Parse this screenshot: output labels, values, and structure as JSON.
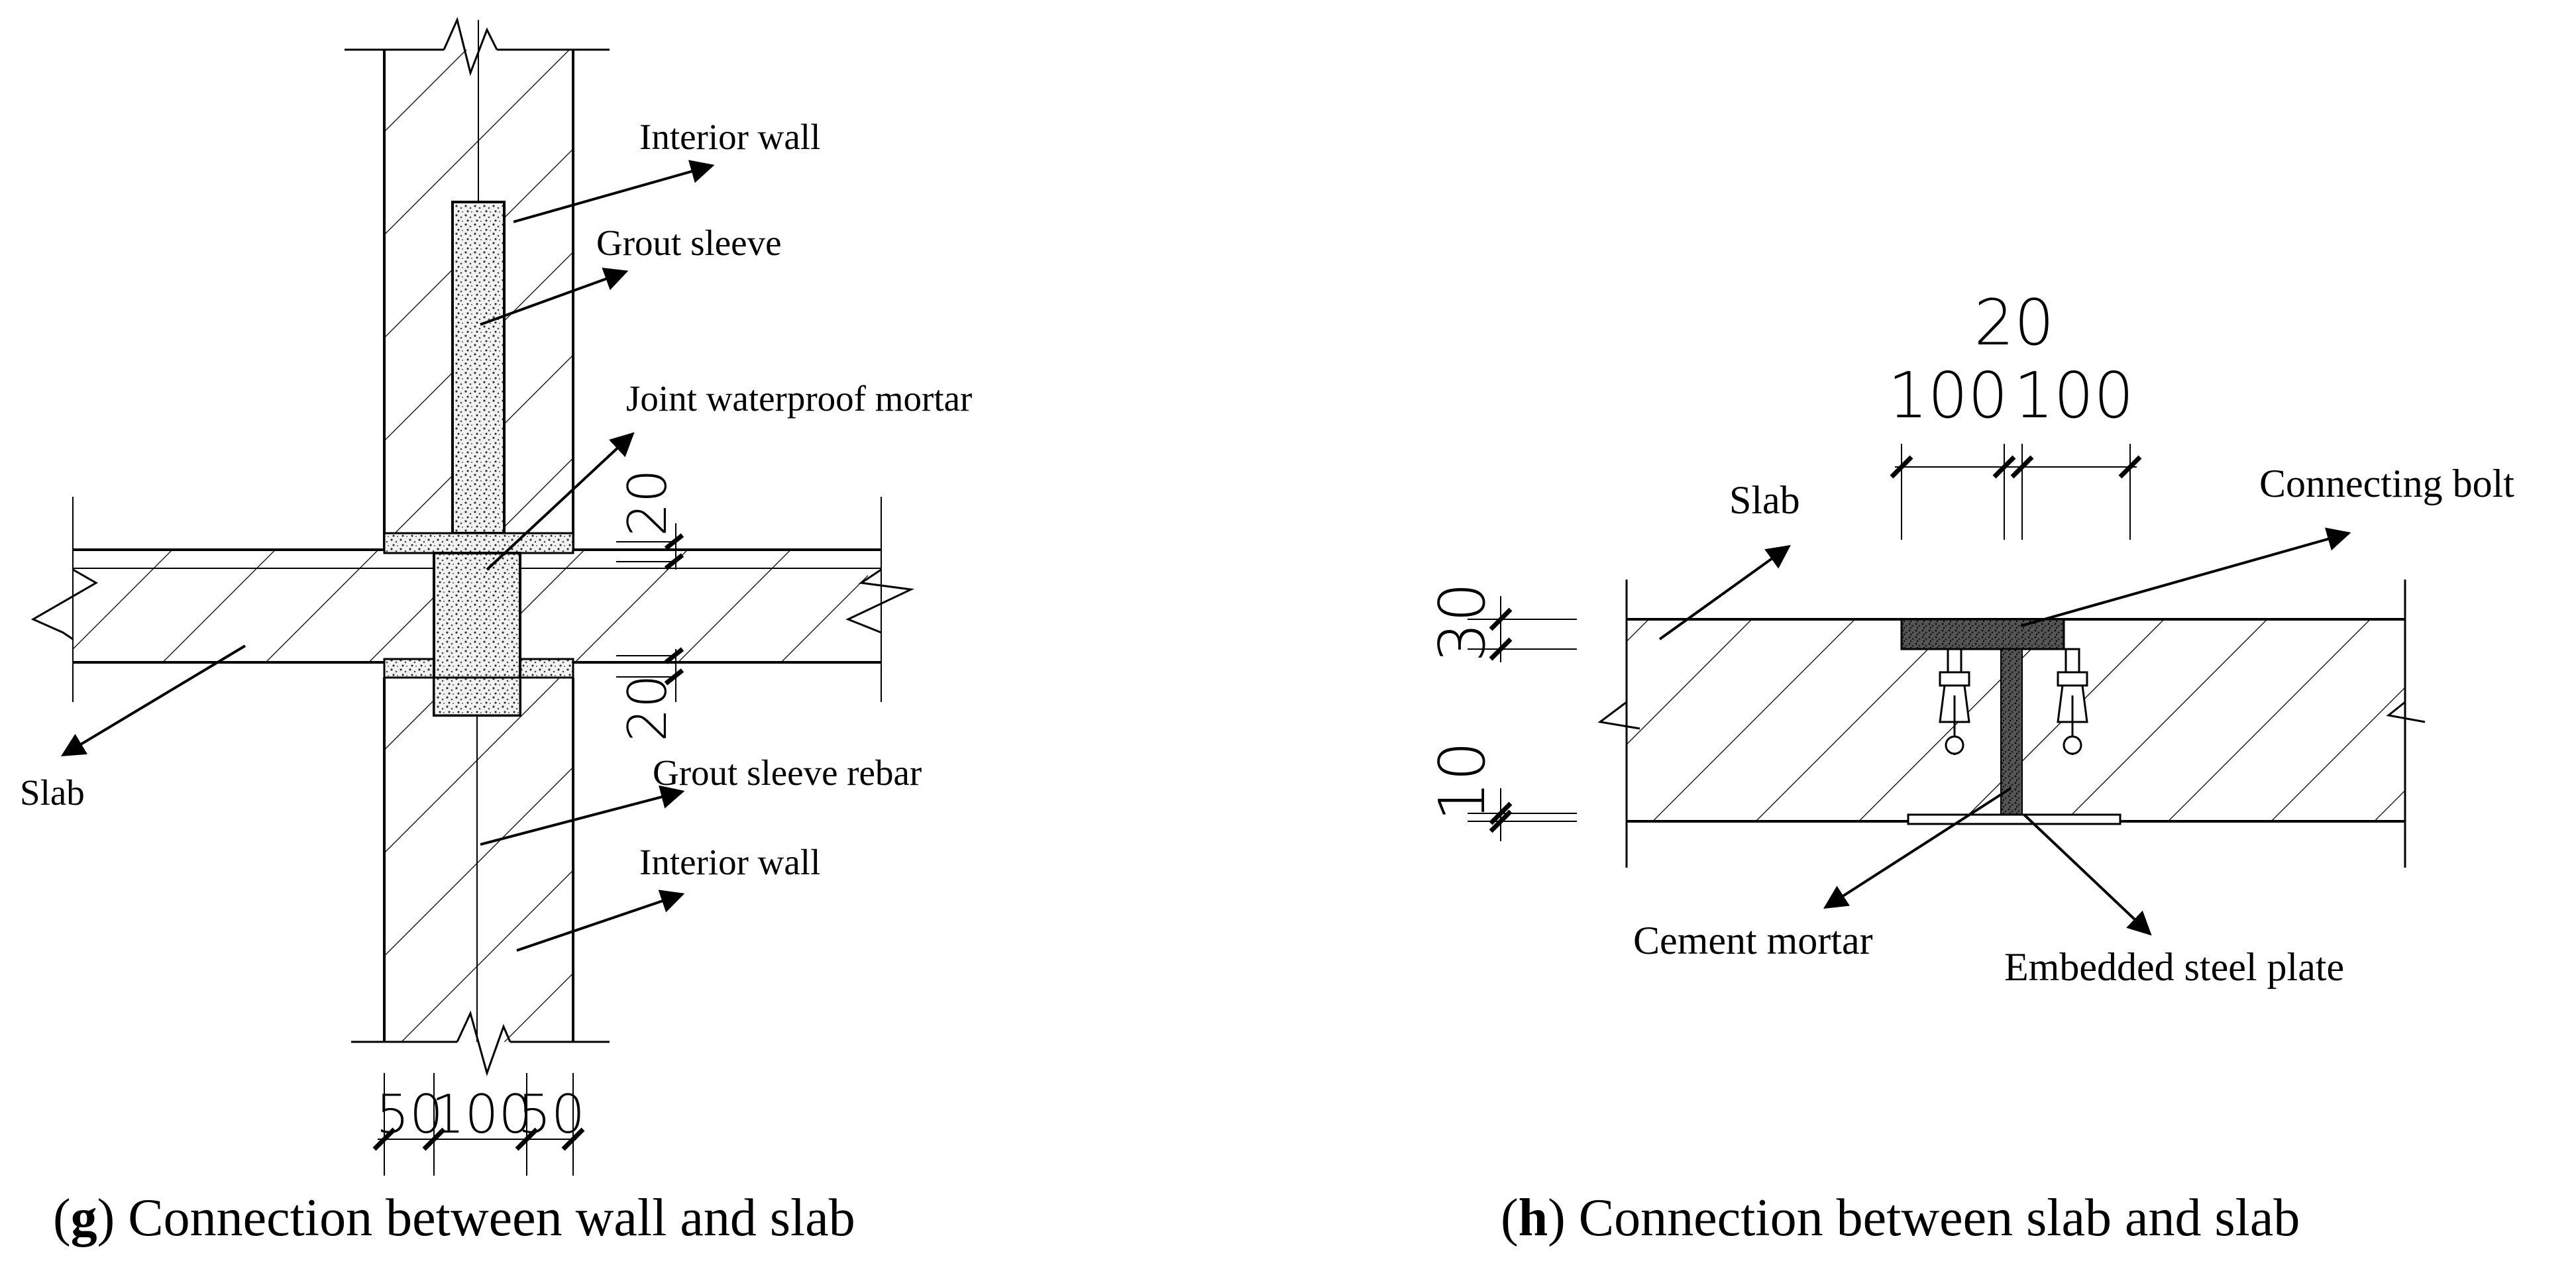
{
  "panel_g": {
    "labels": {
      "interior_wall_top": "Interior wall",
      "grout_sleeve": "Grout sleeve",
      "joint_waterproof_mortar": "Joint waterproof mortar",
      "slab": "Slab",
      "grout_sleeve_rebar": "Grout sleeve rebar",
      "interior_wall_bottom": "Interior wall"
    },
    "dimensions": {
      "top_gap": "20",
      "bottom_gap": "20",
      "bottom_left": "50",
      "bottom_mid": "100",
      "bottom_right": "50"
    },
    "caption": {
      "letter": "g",
      "text": ") Connection between wall and slab",
      "open": "("
    }
  },
  "panel_h": {
    "labels": {
      "slab": "Slab",
      "connecting_bolt": "Connecting bolt",
      "cement_mortar": "Cement mortar",
      "embedded_steel_plate": "Embedded steel plate"
    },
    "dimensions": {
      "top_center": "20",
      "top_left": "100",
      "top_right": "100",
      "left_top": "30",
      "left_bottom": "10"
    },
    "caption": {
      "letter": "h",
      "text": ") Connection between slab and slab",
      "open": "("
    }
  }
}
